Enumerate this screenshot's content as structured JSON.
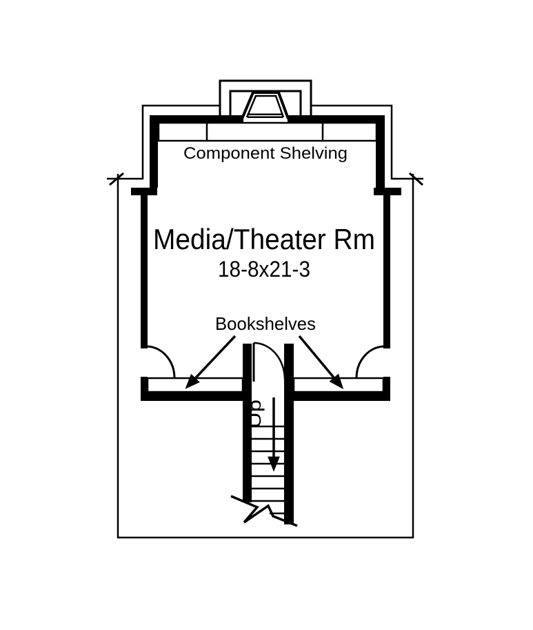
{
  "drawing": {
    "type": "floor-plan",
    "background_color": "#ffffff",
    "line_color": "#000000",
    "labels": {
      "component_shelving": "Component Shelving",
      "room_name": "Media/Theater Rm",
      "room_dimensions": "18-8x21-3",
      "bookshelves": "Bookshelves",
      "stair_direction": "Up"
    }
  }
}
